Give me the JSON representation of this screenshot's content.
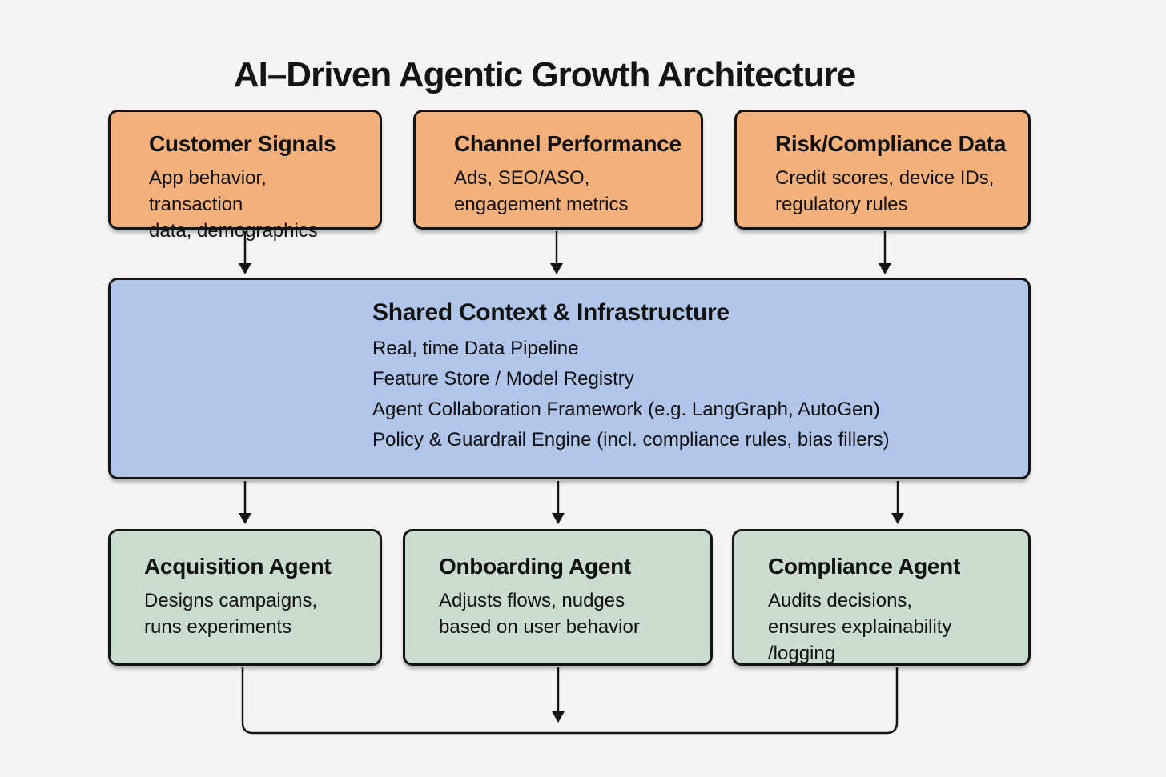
{
  "title": "AI–Driven Agentic Growth Architecture",
  "colors": {
    "background": "#f5f4f2",
    "border": "#141414",
    "source_fill": "#f3b07a",
    "hub_fill": "#b1c4e9",
    "agent_fill": "#c9dccd",
    "connector": "#141414"
  },
  "sources": [
    {
      "title": "Customer Signals",
      "description": "App behavior, transaction\ndata, demographics"
    },
    {
      "title": "Channel Performance",
      "description": "Ads, SEO/ASO,\nengagement metrics"
    },
    {
      "title": "Risk/Compliance Data",
      "description": "Credit scores, device IDs,\nregulatory rules"
    }
  ],
  "hub": {
    "title": "Shared Context & Infrastructure",
    "items": [
      "Real, time Data Pipeline",
      "Feature Store / Model Registry",
      "Agent Collaboration Framework (e.g. LangGraph, AutoGen)",
      "Policy & Guardrail Engine (incl. compliance rules, bias fillers)"
    ]
  },
  "agents": [
    {
      "title": "Acquisition Agent",
      "description": "Designs campaigns,\nruns experiments"
    },
    {
      "title": "Onboarding Agent",
      "description": "Adjusts flows, nudges\nbased on user behavior"
    },
    {
      "title": "Compliance Agent",
      "description": "Audits decisions,\nensures explainability\n/logging"
    }
  ]
}
